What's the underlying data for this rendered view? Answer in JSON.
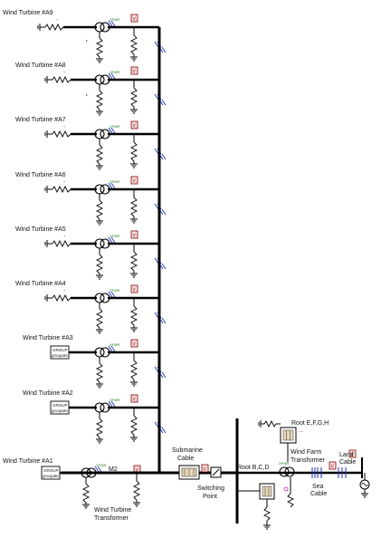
{
  "diagram": {
    "turbines": [
      {
        "label": "Wind Turbine #A9",
        "source": "resistor",
        "xfmr": "XFMR"
      },
      {
        "label": "Wind Turbine #A8",
        "source": "resistor",
        "xfmr": "XFMR"
      },
      {
        "label": "Wind Turbine #A7",
        "source": "resistor",
        "xfmr": "XFMR"
      },
      {
        "label": "Wind Turbine #A6",
        "source": "resistor",
        "xfmr": "XFMR"
      },
      {
        "label": "Wind Turbine #A5",
        "source": "resistor",
        "xfmr": "XFMR"
      },
      {
        "label": "Wind Turbine #A4",
        "source": "resistor",
        "xfmr": "XFMR"
      },
      {
        "label": "Wind Turbine #A3",
        "source": "group",
        "xfmr": "XFMR",
        "group_title": "GROUP",
        "group_sub": "groupate"
      },
      {
        "label": "Wind Turbine #A2",
        "source": "group",
        "xfmr": "XFMR",
        "group_title": "GROUP",
        "group_sub": "groupate"
      },
      {
        "label": "Wind Turbine #A1",
        "source": "group",
        "xfmr": "XFMR",
        "group_title": "GROUP",
        "group_sub": "groupate"
      }
    ],
    "meter_glyph": "V",
    "ground_glyph": "⏚",
    "labels": {
      "wind_turbine_transformer": [
        "Wind Turbine",
        "Transformer"
      ],
      "submarine_cable": [
        "Submarine",
        "Cable"
      ],
      "switching_point": [
        "Switching",
        "Point"
      ],
      "root_bcd": "Root B,C,D",
      "root_efgh": "Root E,F,G,H",
      "wind_farm_transformer": [
        "Wind Farm",
        "Transformer"
      ],
      "sea_cable": [
        "Sea",
        "Cable"
      ],
      "land_cable": [
        "Land",
        "Cable"
      ],
      "m2": "M2",
      "xfmr": "XFMR"
    },
    "colors": {
      "line": "#000000",
      "xfmr_green": "#1a7a1a",
      "meter_red": "#8a0000",
      "breaker_blue": "#2233bb",
      "source_fill": "#d9c4a0"
    }
  }
}
